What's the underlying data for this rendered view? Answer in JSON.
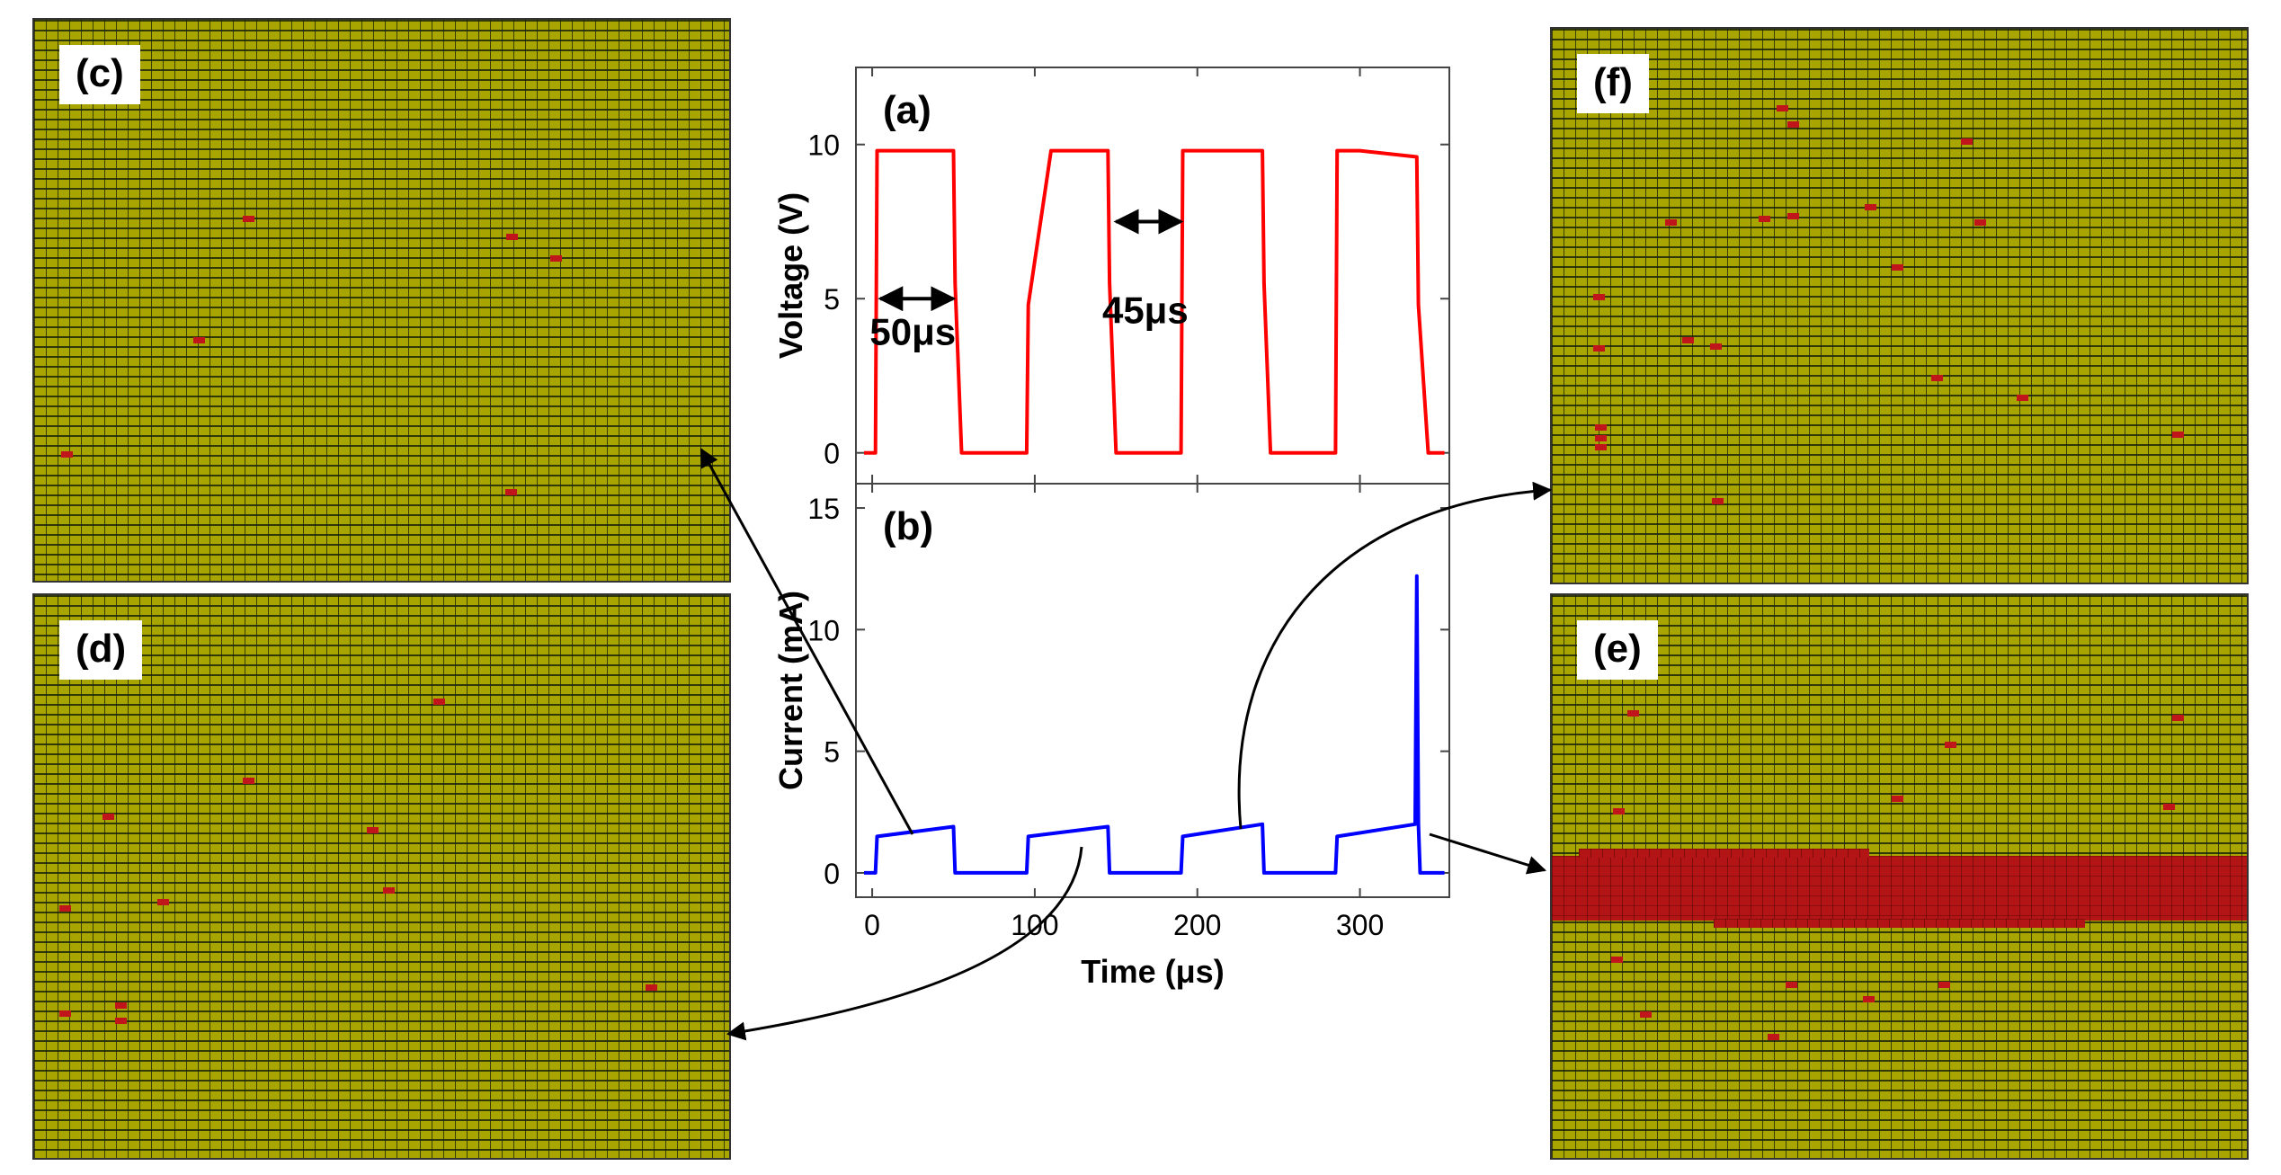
{
  "panels": {
    "c": {
      "label": "(c)"
    },
    "d": {
      "label": "(d)"
    },
    "e": {
      "label": "(e)"
    },
    "f": {
      "label": "(f)"
    }
  },
  "chart_data": [
    {
      "type": "line",
      "panel_label": "(a)",
      "ylabel": "Voltage (V)",
      "xlim": [
        -10,
        355
      ],
      "ylim": [
        -1,
        12.5
      ],
      "yticks": [
        0,
        5,
        10
      ],
      "color": "#ff0000",
      "series": [
        {
          "x": [
            -5,
            2,
            3,
            50,
            51,
            55,
            95,
            96,
            110,
            145,
            146,
            150,
            190,
            191,
            205,
            240,
            241,
            245,
            285,
            286,
            300,
            335,
            336,
            342,
            352
          ],
          "y": [
            0,
            0,
            9.8,
            9.8,
            5.5,
            0,
            0,
            4.8,
            9.8,
            9.8,
            5.5,
            0,
            0,
            9.8,
            9.8,
            9.8,
            5.5,
            0,
            0,
            9.8,
            9.8,
            9.6,
            4.8,
            0,
            0
          ]
        }
      ],
      "annotations": [
        {
          "text": "50μs",
          "x": 25,
          "y": 3.5
        },
        {
          "text": "45μs",
          "x": 168,
          "y": 4.2
        }
      ],
      "arrows": [
        {
          "x0": 5,
          "x1": 50,
          "y": 5
        },
        {
          "x0": 150,
          "x1": 190,
          "y": 7.5
        }
      ]
    },
    {
      "type": "line",
      "panel_label": "(b)",
      "xlabel": "Time (μs)",
      "ylabel": "Current (mA)",
      "xlim": [
        -10,
        355
      ],
      "ylim": [
        -1,
        16
      ],
      "xticks": [
        0,
        100,
        200,
        300
      ],
      "yticks": [
        0,
        5,
        10,
        15
      ],
      "color": "#0000ff",
      "series": [
        {
          "x": [
            -5,
            2,
            3,
            50,
            51,
            55,
            95,
            96,
            145,
            146,
            150,
            190,
            191,
            240,
            241,
            245,
            285,
            286,
            334,
            335,
            336,
            337,
            342,
            352
          ],
          "y": [
            0,
            0,
            1.5,
            1.9,
            0,
            0,
            0,
            1.5,
            1.9,
            0,
            0,
            0,
            1.5,
            2.0,
            0,
            0,
            0,
            1.5,
            2.0,
            12.2,
            2.0,
            0,
            0,
            0
          ]
        }
      ]
    }
  ]
}
